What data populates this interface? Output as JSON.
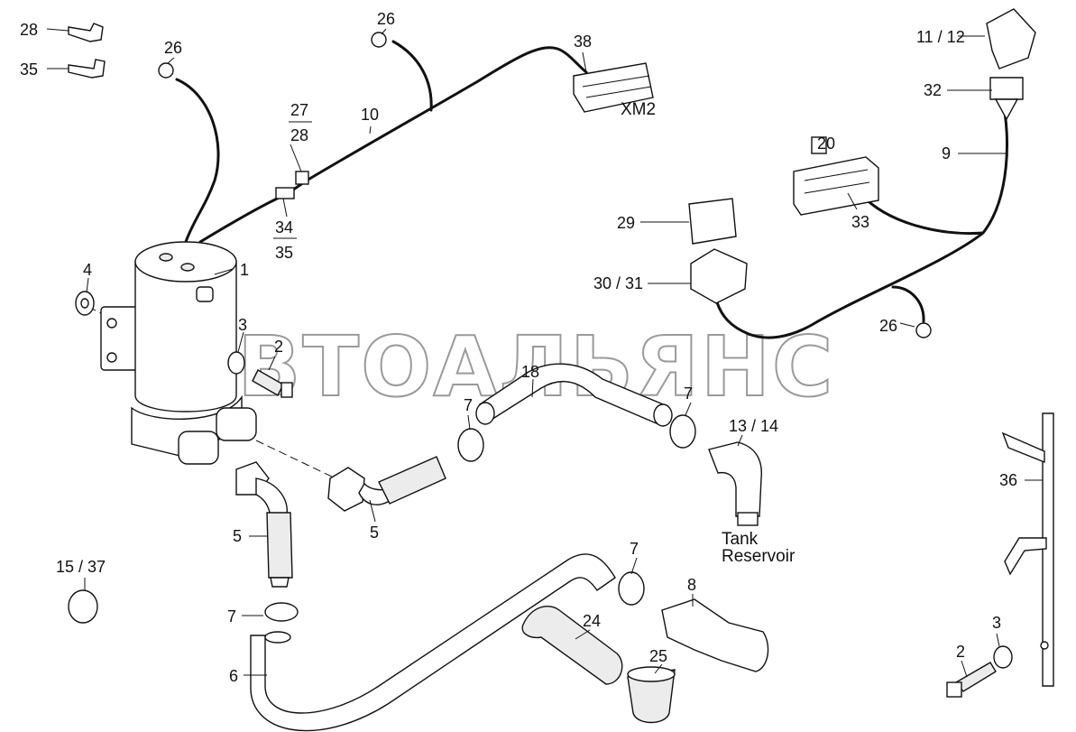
{
  "watermark": "АВТОАЛЬЯНС",
  "labels": {
    "p1": "1",
    "p2a": "2",
    "p2b": "2",
    "p3a": "3",
    "p3b": "3",
    "p4": "4",
    "p5a": "5",
    "p5b": "5",
    "p6": "6",
    "p7a": "7",
    "p7b": "7",
    "p7c": "7",
    "p7d": "7",
    "p8": "8",
    "p9": "9",
    "p10": "10",
    "p11_12": "11 / 12",
    "p13_14": "13 / 14",
    "p15_37": "15 / 37",
    "p18": "18",
    "p20": "20",
    "p24": "24",
    "p25": "25",
    "p26a": "26",
    "p26b": "26",
    "p26c": "26",
    "p27": "27",
    "p28frac": "28",
    "p28": "28",
    "p29": "29",
    "p30_31": "30 / 31",
    "p32": "32",
    "p33": "33",
    "p34": "34",
    "p35frac": "35",
    "p35": "35",
    "p36": "36",
    "p38": "38",
    "xm2": "XM2",
    "tank": "Tank",
    "reservoir": "Reservoir"
  }
}
